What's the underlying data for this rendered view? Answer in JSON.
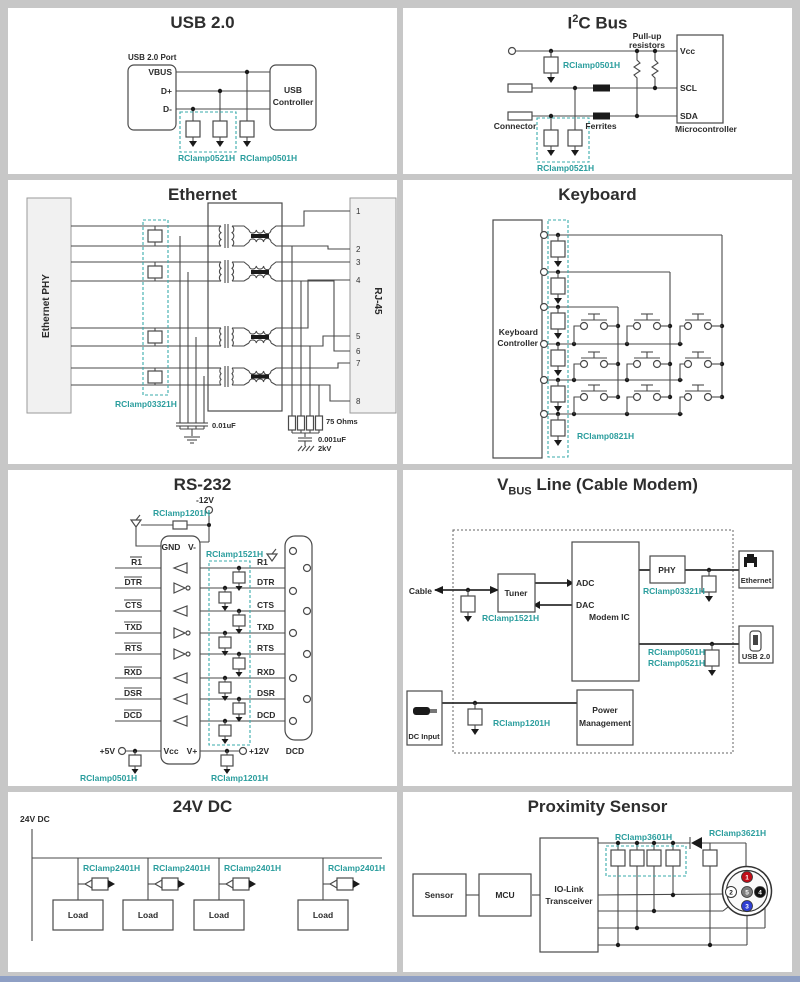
{
  "colors": {
    "accent_teal": "#2a9d9d",
    "frame_gray": "#c7c7c7",
    "bottom_strip_blue": "#8e9fc4",
    "wire": "#4a4a4a",
    "pin1_red": "#c00d18",
    "pin2_white": "#ffffff",
    "pin3_blue": "#2f3fd3",
    "pin4_black": "#111111",
    "pin5_gray": "#7d7d7d"
  },
  "usb": {
    "title": "USB 2.0",
    "port_label": "USB 2.0 Port",
    "pin_vbus": "VBUS",
    "pin_dp": "D+",
    "pin_dm": "D-",
    "controller_line1": "USB",
    "controller_line2": "Controller",
    "clamp_a": "RClamp0521H",
    "clamp_b": "RClamp0501H"
  },
  "i2c": {
    "title_i": "I",
    "title_sup": "2",
    "title_rest": "C Bus",
    "pullup_line1": "Pull-up",
    "pullup_line2": "resistors",
    "pin_vcc": "Vcc",
    "pin_scl": "SCL",
    "pin_sda": "SDA",
    "connector": "Connector",
    "ferrites": "Ferrites",
    "micro": "Microcontroller",
    "clamp_top": "RClamp0501H",
    "clamp_bottom": "RClamp0521H"
  },
  "ethernet": {
    "title": "Ethernet",
    "phy": "Ethernet PHY",
    "rj45": "RJ-45",
    "pins": [
      "1",
      "2",
      "3",
      "4",
      "5",
      "6",
      "7",
      "8"
    ],
    "clamp": "RClamp03321H",
    "cap1": "0.01uF",
    "res": "75 Ohms",
    "cap2": "0.001uF",
    "cap2_rating": "2kV"
  },
  "keyboard": {
    "title": "Keyboard",
    "controller_line1": "Keyboard",
    "controller_line2": "Controller",
    "clamp": "RClamp0821H"
  },
  "rs232": {
    "title": "RS-232",
    "neg12": "-12V",
    "clamp_vminus": "RClamp1201H",
    "clamp_signals": "RClamp1521H",
    "gnd": "GND",
    "vminus": "V-",
    "left": [
      "R1",
      "DTR",
      "CTS",
      "TXD",
      "RTS",
      "RXD",
      "DSR",
      "DCD"
    ],
    "right": [
      "R1",
      "DTR",
      "CTS",
      "TXD",
      "RTS",
      "RXD",
      "DSR",
      "DCD"
    ],
    "plus5": "+5V",
    "vcc": "Vcc",
    "vplus": "V+",
    "plus12": "+12V",
    "dcd_bottom": "DCD",
    "clamp_5v": "RClamp0501H",
    "clamp_12v": "RClamp1201H"
  },
  "vbus": {
    "title_v": "V",
    "title_sub": "BUS",
    "title_rest": "Line (Cable Modem)",
    "cable": "Cable",
    "tuner": "Tuner",
    "adc": "ADC",
    "dac": "DAC",
    "modem": "Modem IC",
    "phy": "PHY",
    "ethernet": "Ethernet",
    "usb": "USB 2.0",
    "dc_input": "DC Input",
    "power_line1": "Power",
    "power_line2": "Management",
    "clamp_cable": "RClamp1521H",
    "clamp_phy": "RClamp03321H",
    "clamp_usb_1": "RClamp0501H",
    "clamp_usb_2": "RClamp0521H",
    "clamp_dc": "RClamp1201H"
  },
  "dc24": {
    "title": "24V DC",
    "rail": "24V DC",
    "clamps": [
      "RClamp2401H",
      "RClamp2401H",
      "RClamp2401H",
      "RClamp2401H"
    ],
    "loads": [
      "Load",
      "Load",
      "Load",
      "Load"
    ]
  },
  "prox": {
    "title": "Proximity Sensor",
    "sensor": "Sensor",
    "mcu": "MCU",
    "transceiver_line1": "IO-Link",
    "transceiver_line2": "Transceiver",
    "clamp_a": "RClamp3601H",
    "clamp_b": "RClamp3621H",
    "pins": [
      "1",
      "2",
      "3",
      "4",
      "5"
    ]
  }
}
